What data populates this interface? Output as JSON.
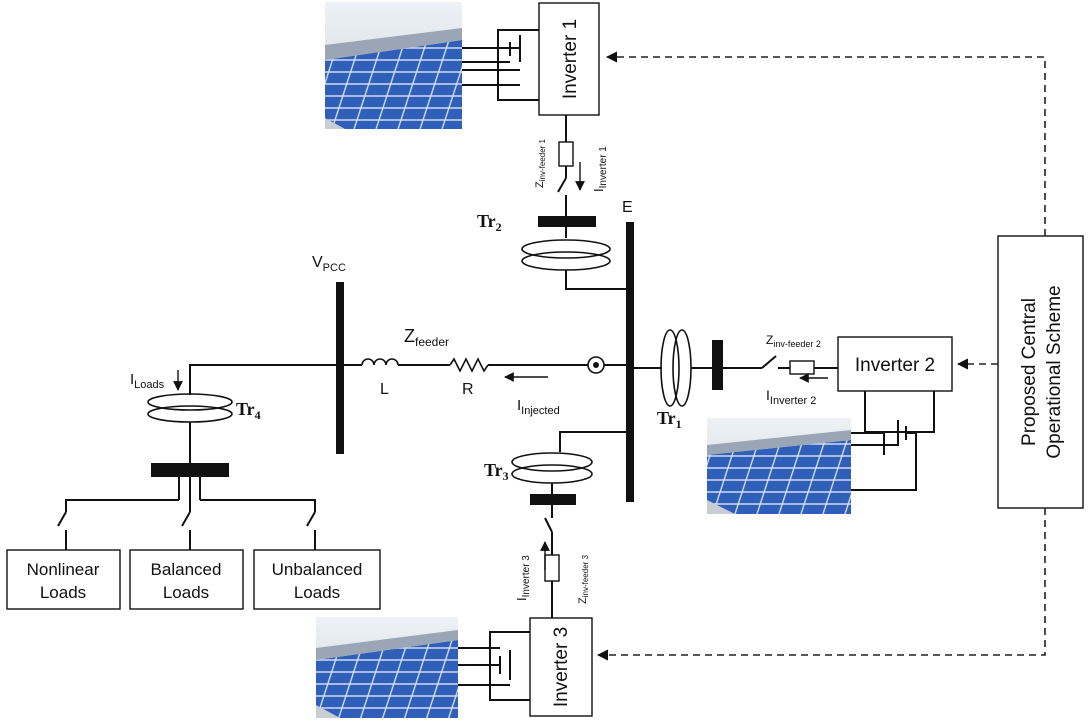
{
  "inverters": {
    "inv1": "Inverter 1",
    "inv2": "Inverter 2",
    "inv3": "Inverter 3"
  },
  "scheme": {
    "line1": "Proposed Central",
    "line2": "Operational Scheme"
  },
  "transformers": {
    "tr1": "Tr",
    "tr1_sub": "1",
    "tr2": "Tr",
    "tr2_sub": "2",
    "tr3": "Tr",
    "tr3_sub": "3",
    "tr4": "Tr",
    "tr4_sub": "4"
  },
  "buses": {
    "e": "E",
    "vpcc": "V",
    "vpcc_sub": "PCC"
  },
  "feeder": {
    "z": "Z",
    "z_sub": "feeder",
    "l": "L",
    "r": "R"
  },
  "currents": {
    "injected": "I",
    "injected_sub": "Injected",
    "loads": "I",
    "loads_sub": "Loads",
    "inv1": "I",
    "inv1_sub": "Inverter 1",
    "inv2": "I",
    "inv2_sub": "Inverter 2",
    "inv3": "I",
    "inv3_sub": "Inverter 3"
  },
  "impedances": {
    "z1": "Z",
    "z1_sub": "inv-feeder  1",
    "z2": "Z",
    "z2_sub": "inv-feeder  2",
    "z3": "Z",
    "z3_sub": "inv-feeder 3"
  },
  "loads": {
    "nonlinear_1": "Nonlinear",
    "nonlinear_2": "Loads",
    "balanced_1": "Balanced",
    "balanced_2": "Loads",
    "unbalanced_1": "Unbalanced",
    "unbalanced_2": "Loads"
  },
  "colors": {
    "panel": "#2f5fb8",
    "panel_dark": "#1e3f86",
    "sky": "#dfe6ee",
    "roof": "#cfd3d8"
  }
}
